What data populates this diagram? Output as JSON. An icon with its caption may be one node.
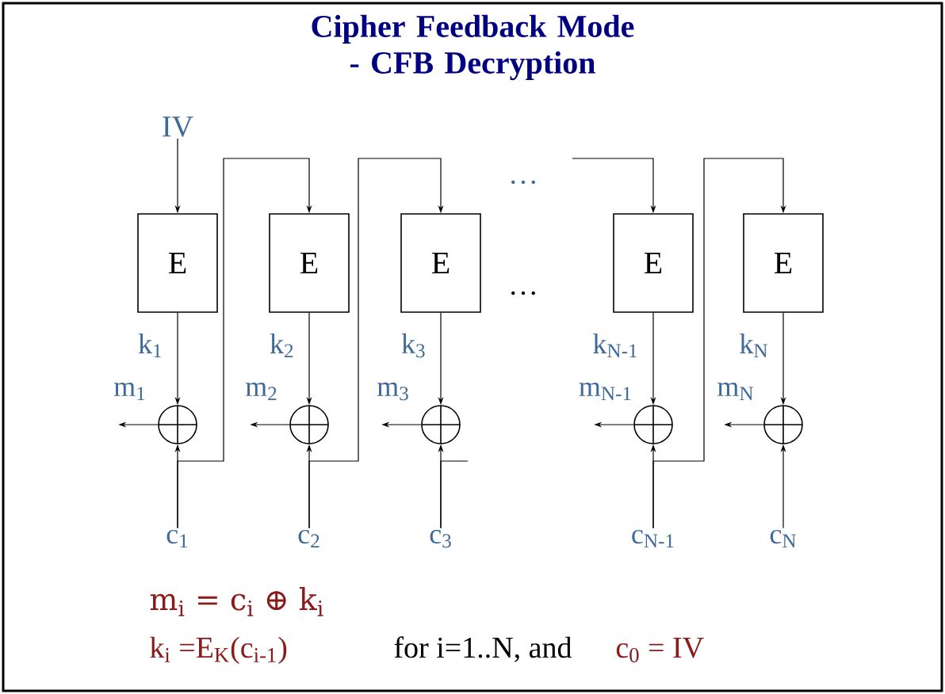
{
  "diagram": {
    "title": "Cipher Feedback Mode - CFB Decryption",
    "nodes": [
      {
        "text": [
          "IV"
        ]
      },
      {
        "text": [
          "E"
        ]
      },
      {
        "text": [
          "E"
        ]
      },
      {
        "text": [
          "E"
        ]
      },
      {
        "text": [
          "E"
        ]
      },
      {
        "text": [
          "E"
        ]
      },
      {
        "text": [],
        "shape": "circle"
      },
      {
        "text": [],
        "shape": "circle"
      },
      {
        "text": [],
        "shape": "circle"
      },
      {
        "text": [],
        "shape": "circle"
      },
      {
        "text": [],
        "shape": "circle"
      },
      {
        "text": [
          "c$_{1}$"
        ]
      },
      {
        "text": [
          "c$_{2}$"
        ]
      },
      {
        "text": [
          "c$_{3}$"
        ]
      },
      {
        "text": [
          "c$_{N-1}$"
        ]
      },
      {
        "text": [
          "c$_{N}$"
        ]
      }
    ],
    "edges": [
      {
        "from": 0,
        "to": 1,
        "arrow": "to"
      },
      {
        "from": 1,
        "to": 6,
        "arrow": "to",
        "label": "k$_{1}$"
      },
      {
        "from": 2,
        "to": 7,
        "arrow": "to",
        "label": "k$_{2}$"
      },
      {
        "from": 3,
        "to": 8,
        "arrow": "to",
        "label": "k$_{3}$"
      },
      {
        "from": 4,
        "to": 9,
        "arrow": "to",
        "label": "k$_{N-1}$"
      },
      {
        "from": 5,
        "to": 10,
        "arrow": "to",
        "label": "k$_{N}$"
      },
      {
        "from": 6,
        "to": null,
        "arrow": "to",
        "label": "m$_{1}$"
      },
      {
        "from": 7,
        "to": null,
        "arrow": "to",
        "label": "m$_{2}$"
      },
      {
        "from": 8,
        "to": null,
        "arrow": "to",
        "label": "m$_{3}$"
      },
      {
        "from": 9,
        "to": null,
        "arrow": "to",
        "label": "m$_{N-1}$"
      },
      {
        "from": 10,
        "to": null,
        "arrow": "to",
        "label": "m$_{N}$"
      },
      {
        "from": 11,
        "to": 6,
        "arrow": "to"
      },
      {
        "from": 12,
        "to": 7,
        "arrow": "to"
      },
      {
        "from": 13,
        "to": 8,
        "arrow": "to"
      },
      {
        "from": 14,
        "to": 9,
        "arrow": "to"
      },
      {
        "from": 15,
        "to": 10,
        "arrow": "to"
      },
      {
        "from": 11,
        "to": 2,
        "arrow": "to"
      },
      {
        "from": 12,
        "to": 3,
        "arrow": "to"
      },
      {
        "from": 13,
        "to": null,
        "arrow": "none"
      },
      {
        "from": null,
        "to": 4,
        "arrow": "to"
      },
      {
        "from": 14,
        "to": 5,
        "arrow": "to"
      }
    ],
    "labels": [
      "…",
      "…",
      "m$_{i}$ = c$_{i}$ ⊕ k$_{i}$",
      "k$_{i}$ =E$_{K}$(c$_{i-1}$)",
      "for i=1..N, and",
      "c$_{0}$ = IV"
    ]
  }
}
